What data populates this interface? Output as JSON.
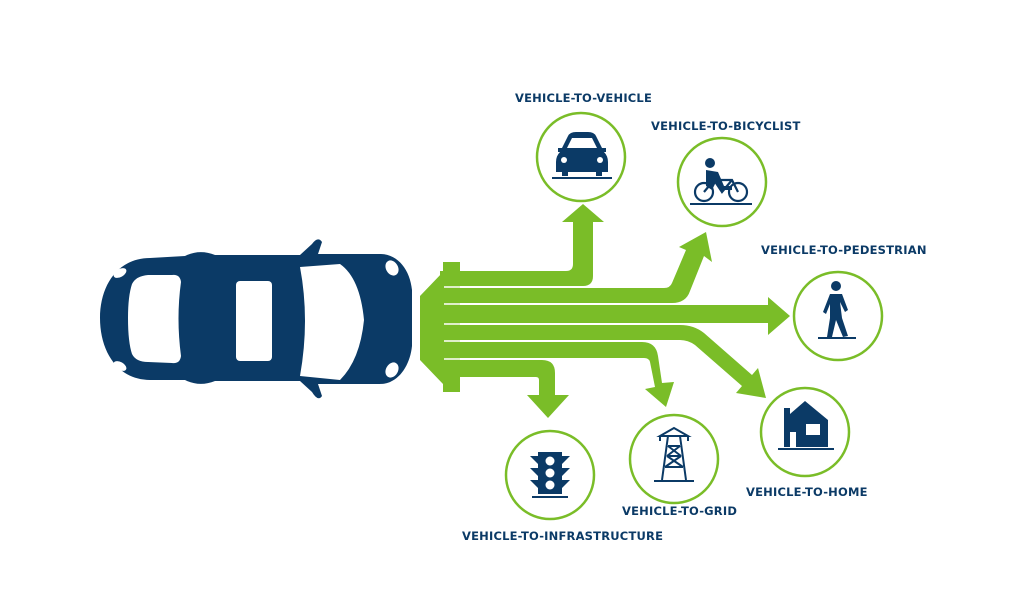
{
  "diagram": {
    "center": {
      "name": "connected-vehicle",
      "icon": "car-top-view-icon"
    },
    "colors": {
      "navy": "#0b3a66",
      "green": "#7abd28",
      "circle_stroke": "#7abd28",
      "background": "#ffffff"
    },
    "nodes": [
      {
        "id": "v2v",
        "label": "VEHICLE-TO-VEHICLE",
        "icon": "car-front-icon"
      },
      {
        "id": "v2b",
        "label": "VEHICLE-TO-BICYCLIST",
        "icon": "bicyclist-icon"
      },
      {
        "id": "v2p",
        "label": "VEHICLE-TO-PEDESTRIAN",
        "icon": "pedestrian-icon"
      },
      {
        "id": "v2h",
        "label": "VEHICLE-TO-HOME",
        "icon": "house-icon"
      },
      {
        "id": "v2g",
        "label": "VEHICLE-TO-GRID",
        "icon": "power-tower-icon"
      },
      {
        "id": "v2i",
        "label": "VEHICLE-TO-INFRASTRUCTURE",
        "icon": "traffic-light-icon"
      }
    ]
  }
}
